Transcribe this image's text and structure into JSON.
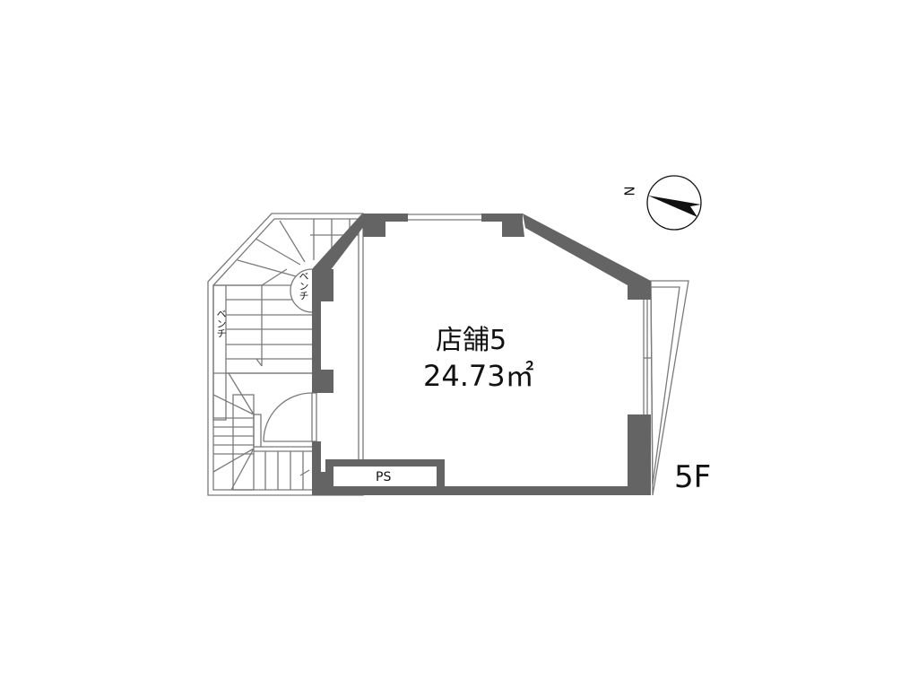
{
  "floor_plan": {
    "unit_name": "店舗5",
    "area": "24.73㎡",
    "floor_label": "5F",
    "ps_label": "PS",
    "bench_label_1": "ベンチ",
    "bench_label_2": "ベンチ",
    "compass": {
      "label": "N",
      "icon": "north-arrow-icon"
    },
    "colors": {
      "wall": "#646464",
      "line": "#7a7a7a",
      "background": "#ffffff",
      "text": "#111111"
    }
  }
}
